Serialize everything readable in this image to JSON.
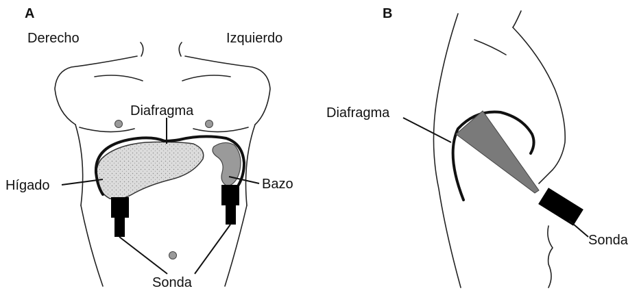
{
  "panel_a": {
    "letter": "A",
    "label_right_side": "Derecho",
    "label_left_side": "Izquierdo",
    "label_diaphragm": "Diafragma",
    "label_liver": "Hígado",
    "label_spleen": "Bazo",
    "label_probe": "Sonda"
  },
  "panel_b": {
    "letter": "B",
    "label_diaphragm": "Diafragma",
    "label_probe": "Sonda"
  },
  "colors": {
    "line": "#111111",
    "liver_fill": "#dcdcdc",
    "spleen_fill": "#9a9a9a",
    "beam_fill": "#7a7a7a",
    "probe_fill": "#000000"
  }
}
